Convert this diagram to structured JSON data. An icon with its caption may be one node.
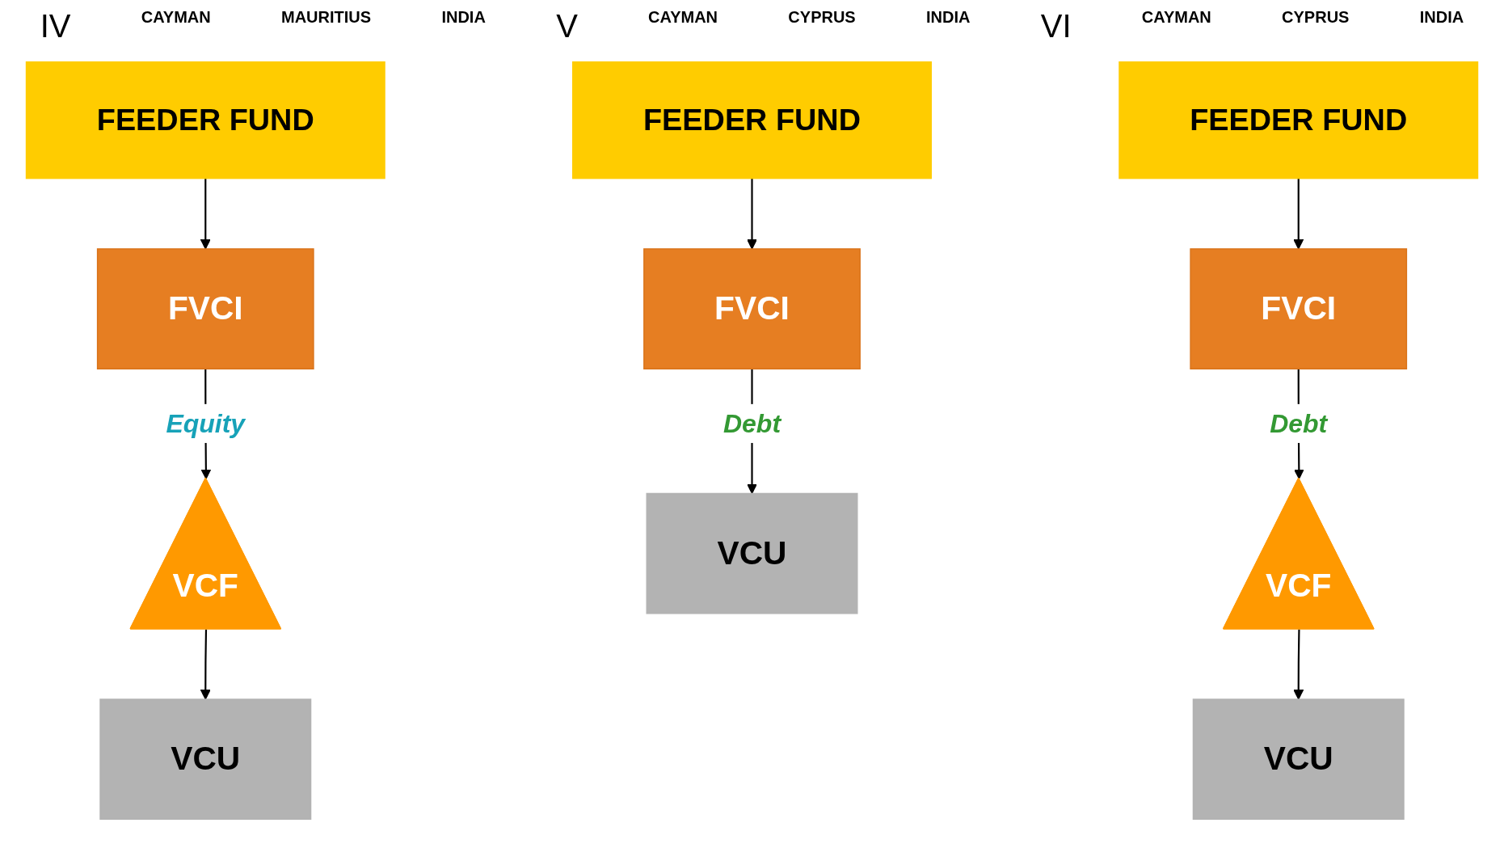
{
  "diagram": {
    "nodes": [
      {
        "text": [
          "FEEDER FUND"
        ]
      },
      {
        "text": [
          "FVCI"
        ]
      },
      {
        "text": [
          "VCF"
        ]
      },
      {
        "text": [
          "VCU"
        ]
      },
      {
        "text": [
          "FEEDER FUND"
        ]
      },
      {
        "text": [
          "FVCI"
        ]
      },
      {
        "text": [
          "VCU"
        ]
      },
      {
        "text": [
          "FEEDER FUND"
        ]
      },
      {
        "text": [
          "FVCI"
        ]
      },
      {
        "text": [
          "VCF"
        ]
      },
      {
        "text": [
          "VCU"
        ]
      }
    ],
    "edges": [
      {
        "from": 0,
        "to": 1,
        "arrow": "to"
      },
      {
        "from": 1,
        "to": 2,
        "arrow": "to",
        "label": "Equity"
      },
      {
        "from": 2,
        "to": 3,
        "arrow": "to"
      },
      {
        "from": 4,
        "to": 5,
        "arrow": "to"
      },
      {
        "from": 5,
        "to": 6,
        "arrow": "to",
        "label": "Debt"
      },
      {
        "from": 7,
        "to": 8,
        "arrow": "to"
      },
      {
        "from": 8,
        "to": 9,
        "arrow": "to",
        "label": "Debt"
      },
      {
        "from": 9,
        "to": 10,
        "arrow": "to"
      }
    ],
    "labels": [
      "IV",
      "CAYMAN",
      "MAURITIUS",
      "INDIA",
      "V",
      "CAYMAN",
      "CYPRUS",
      "INDIA",
      "VI",
      "CAYMAN",
      "CYPRUS",
      "INDIA"
    ]
  }
}
